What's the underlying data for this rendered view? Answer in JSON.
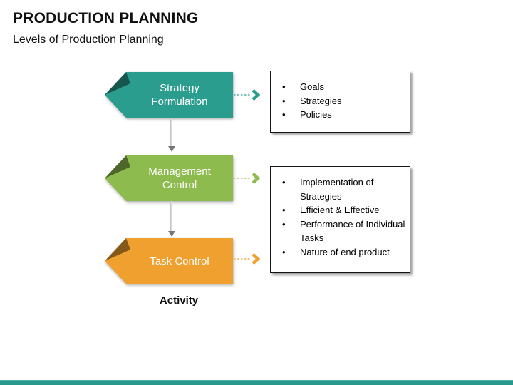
{
  "slide": {
    "title": "PRODUCTION PLANNING",
    "subtitle": "Levels of Production Planning",
    "activity_label": "Activity"
  },
  "colors": {
    "teal": "#2A9D8F",
    "green": "#8DBB4E",
    "orange": "#F0A02F",
    "accent_bar": "#27988A"
  },
  "levels": [
    {
      "label": "Strategy Formulation",
      "color": "#2A9D8F"
    },
    {
      "label": "Management Control",
      "color": "#8DBB4E"
    },
    {
      "label": "Task Control",
      "color": "#F0A02F"
    }
  ],
  "boxes": [
    {
      "bullets": [
        "Goals",
        "Strategies",
        "Policies"
      ]
    },
    {
      "bullets": [
        "Implementation of Strategies",
        "Efficient & Effective",
        "Performance of Individual Tasks",
        "Nature of end product"
      ]
    }
  ]
}
